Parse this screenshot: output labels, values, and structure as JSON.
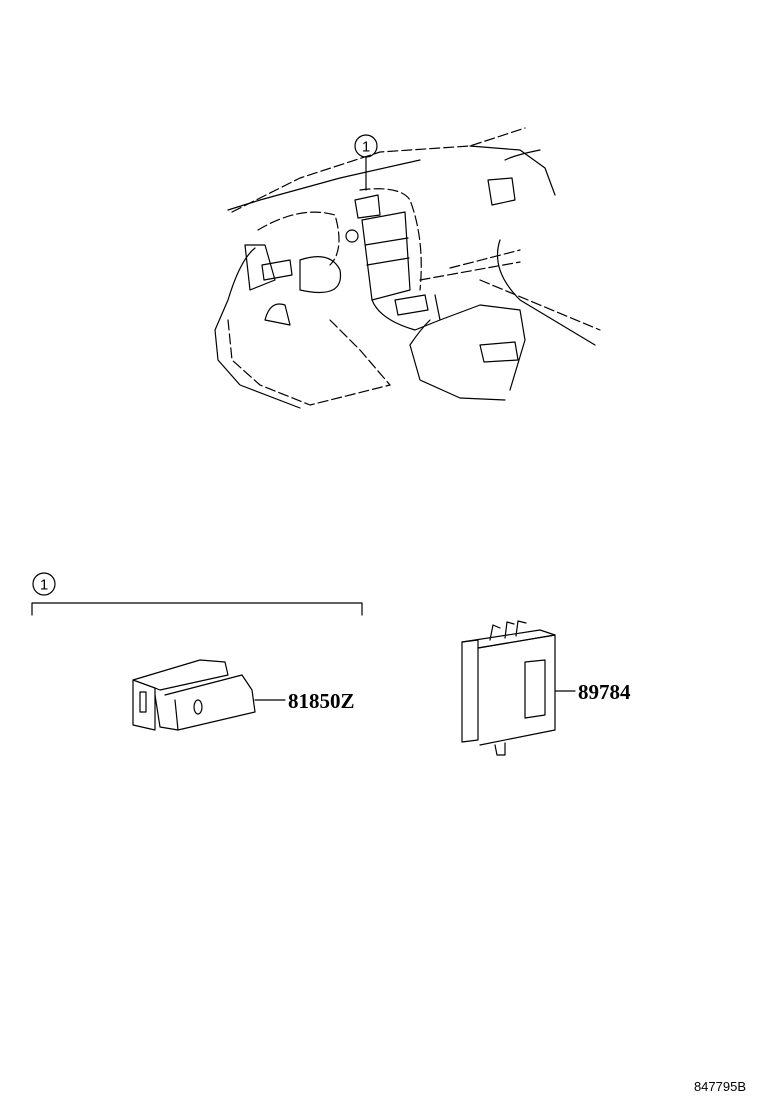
{
  "diagram": {
    "overview_callout": "1",
    "group_callout": "1",
    "parts": [
      {
        "part_number": "81850Z"
      },
      {
        "part_number": "89784"
      }
    ],
    "illustration_code": "847795B"
  }
}
